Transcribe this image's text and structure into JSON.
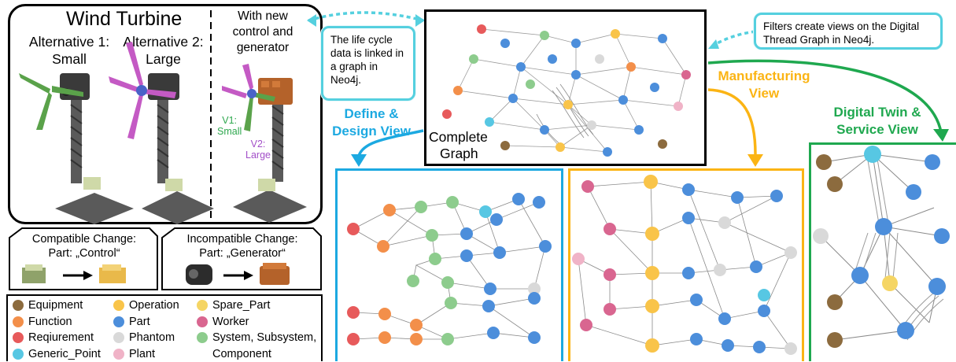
{
  "wind_turbine": {
    "title": "Wind Turbine",
    "alt1": "Alternative 1: Small",
    "alt1_line1": "Alternative 1:",
    "alt1_line2": "Small",
    "alt2_line1": "Alternative 2:",
    "alt2_line2": "Large",
    "new_line1": "With new",
    "new_line2": "control and",
    "new_line3": "generator",
    "v1_line1": "V1:",
    "v1_line2": "Small",
    "v2_line1": "V2:",
    "v2_line2": "Large"
  },
  "changes": {
    "compatible_line1": "Compatible Change:",
    "compatible_line2": "Part: „Control“",
    "incompatible_line1": "Incompatible Change:",
    "incompatible_line2": "Part: „Generator“"
  },
  "callouts": {
    "lifecycle": "The life cycle data is linked in a graph in Neo4j.",
    "filters": "Filters create views on the Digital Thread Graph in Neo4j."
  },
  "views": {
    "complete_line1": "Complete",
    "complete_line2": "Graph",
    "define_line1": "Define &",
    "define_line2": "Design View",
    "manufacturing_line1": "Manufacturing",
    "manufacturing_line2": "View",
    "twin_line1": "Digital Twin &",
    "twin_line2": "Service View"
  },
  "colors": {
    "define_blue": "#1ca9e1",
    "manufacturing_orange": "#fbb414",
    "twin_green": "#1fa84f",
    "callout_cyan": "#55d0df"
  },
  "legend": {
    "col1": [
      {
        "label": "Equipment",
        "color": "#8c6b3e"
      },
      {
        "label": "Function",
        "color": "#f38f4a"
      },
      {
        "label": "Reqiurement",
        "color": "#e75a5b"
      },
      {
        "label": "Generic_Point",
        "color": "#57c7e3"
      }
    ],
    "col2": [
      {
        "label": "Operation",
        "color": "#f9c449"
      },
      {
        "label": "Part",
        "color": "#4c8edb"
      },
      {
        "label": "Phantom",
        "color": "#d9d9d9"
      },
      {
        "label": "Plant",
        "color": "#f0b3c7"
      }
    ],
    "col3": [
      {
        "label": "Spare_Part",
        "color": "#f5d564"
      },
      {
        "label": "Worker",
        "color": "#d96690"
      },
      {
        "label": "System, Subsystem,",
        "color": "#8dcc8d"
      },
      {
        "label": "Component",
        "color": null
      }
    ]
  }
}
